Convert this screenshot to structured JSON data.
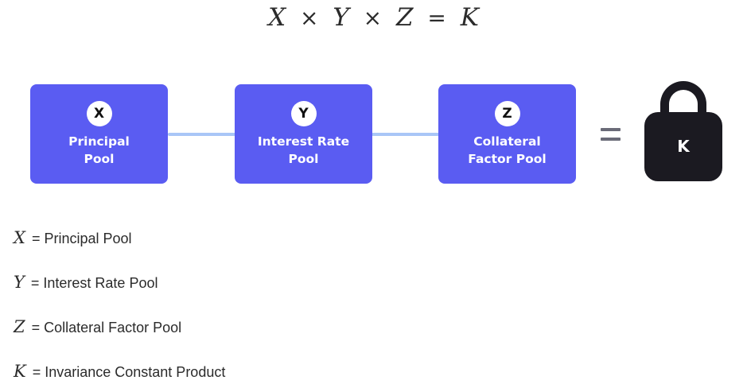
{
  "formula": {
    "x": "X",
    "times1": "×",
    "y": "Y",
    "times2": "×",
    "z": "Z",
    "eq": "=",
    "k": "K"
  },
  "pools": [
    {
      "letter": "X",
      "line1": "Principal",
      "line2": "Pool"
    },
    {
      "letter": "Y",
      "line1": "Interest Rate",
      "line2": "Pool"
    },
    {
      "letter": "Z",
      "line1": "Collateral",
      "line2": "Factor Pool"
    }
  ],
  "result": {
    "letter": "K",
    "icon": "lock-icon"
  },
  "legend": [
    {
      "var": "X",
      "desc": "= Principal Pool"
    },
    {
      "var": "Y",
      "desc": "= Interest Rate Pool"
    },
    {
      "var": "Z",
      "desc": "= Collateral Factor Pool"
    },
    {
      "var": "K",
      "desc": "= Invariance Constant Product"
    }
  ],
  "colors": {
    "pool_fill": "#5a5cf2",
    "connector": "#a9c6f7",
    "lock": "#1b1a21",
    "equals": "#6a6b78",
    "text": "#2b2b2b"
  }
}
